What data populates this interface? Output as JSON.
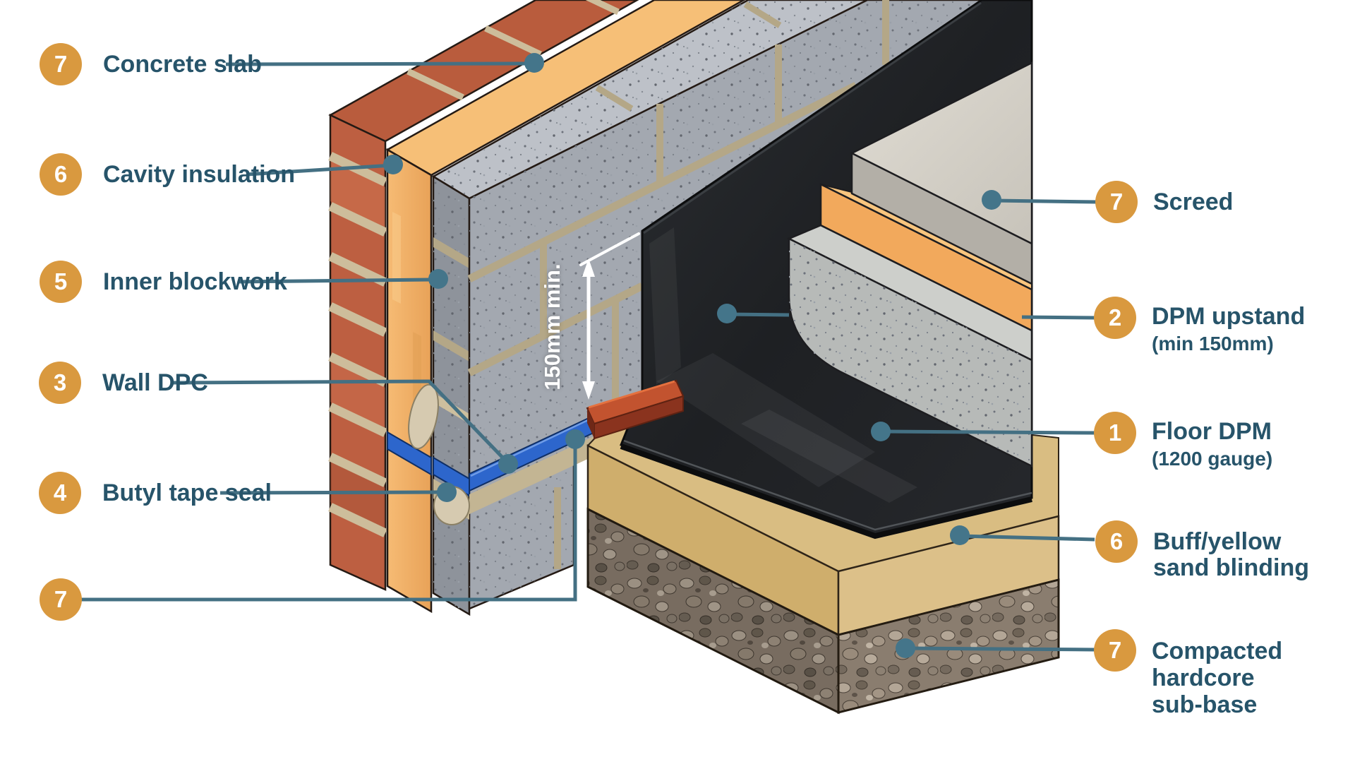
{
  "labels": {
    "left": [
      {
        "number": "7",
        "text": "Concrete slab"
      },
      {
        "number": "6",
        "text": "Cavity insulation"
      },
      {
        "number": "5",
        "text": "Inner blockwork"
      },
      {
        "number": "3",
        "text": "Wall DPC"
      },
      {
        "number": "4",
        "text": "Butyl tape seal"
      },
      {
        "number": "7",
        "text": ""
      }
    ],
    "right": [
      {
        "number": "7",
        "lines": [
          "Screed"
        ]
      },
      {
        "number": "2",
        "lines": [
          "DPM upstand"
        ],
        "sub": "(min 150mm)"
      },
      {
        "number": "1",
        "lines": [
          "Floor DPM"
        ],
        "sub": "(1200 gauge)"
      },
      {
        "number": "6",
        "lines": [
          "Buff/yellow",
          "sand blinding"
        ]
      },
      {
        "number": "7",
        "lines": [
          "Compacted",
          "hardcore",
          "sub-base"
        ]
      }
    ]
  },
  "dimension": {
    "text": "150mm min."
  },
  "colors": {
    "badge": "#d9993f",
    "label_text": "#27546a",
    "leader": "#447083",
    "dpc_blue": "#2d66cc",
    "dpm_black": "#222528",
    "brick": "#bd5f41",
    "insulation": "#f2b269",
    "blockwork": "#a3a8b0",
    "screed": "#d6d2c9",
    "sand": "#d9bd82",
    "tray_red": "#c2532f"
  }
}
